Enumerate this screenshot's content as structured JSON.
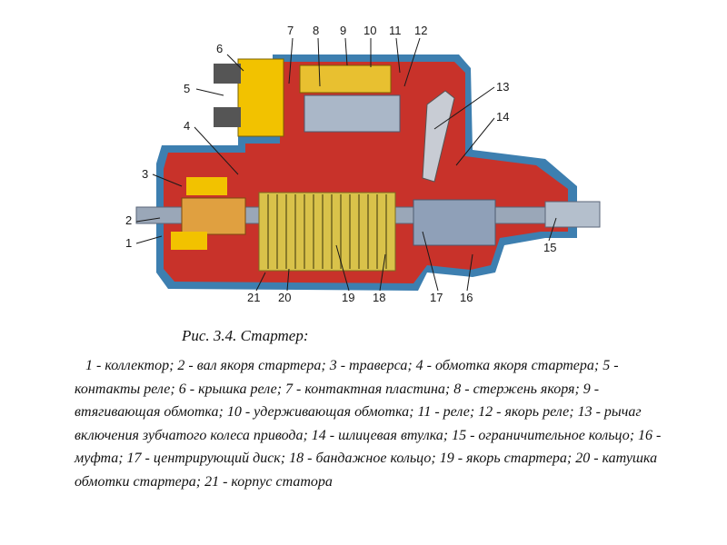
{
  "figure": {
    "caption": "Рис. 3.4. Стартер:",
    "legend": "1 - коллектор; 2 - вал якоря стартера; 3 - траверса; 4 - обмотка якоря стартера; 5 - контакты реле; 6 - крышка реле; 7 - контактная пластина; 8 - стержень якоря; 9 - втягивающая обмотка; 10 - удерживающая обмотка; 11 - реле; 12 - якорь реле; 13 - рычаг включения зубчатого колеса привода; 14 - шлицевая втулка; 15 - ограничительное кольцо; 16 - муфта; 17 - центрирующий диск; 18 - бандажное кольцо; 19 - якорь стартера; 20 - катушка обмотки стартера; 21 - корпус статора",
    "callouts": [
      "1",
      "2",
      "3",
      "4",
      "5",
      "6",
      "7",
      "8",
      "9",
      "10",
      "11",
      "12",
      "13",
      "14",
      "15",
      "16",
      "17",
      "18",
      "19",
      "20",
      "21"
    ],
    "colors": {
      "housing": "#c8322a",
      "casing_outline": "#3d7fb0",
      "winding": "#d9c24a",
      "relay": "#f2c200",
      "shaft": "#9aa7b8"
    }
  }
}
